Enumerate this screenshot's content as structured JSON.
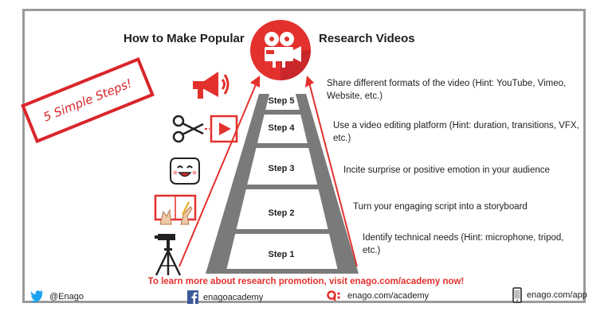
{
  "title": {
    "left": "How to Make Popular",
    "right": "Research Videos"
  },
  "stamp": "5 Simple Steps!",
  "steps": [
    {
      "label": "Step 5",
      "text": "Share different formats of the video (Hint: YouTube, Vimeo, Website, etc.)",
      "icon": "megaphone-icon"
    },
    {
      "label": "Step 4",
      "text": "Use a video editing platform (Hint: duration, transitions, VFX, etc.)",
      "icon": "scissors-film-icon"
    },
    {
      "label": "Step 3",
      "text": "Incite surprise or  positive emotion in your audience",
      "icon": "smiley-face-icon"
    },
    {
      "label": "Step 2",
      "text": "Turn your engaging script into a storyboard",
      "icon": "storyboard-icon"
    },
    {
      "label": "Step 1",
      "text": "Identify technical needs (Hint: microphone, tripod, etc.)",
      "icon": "tripod-camera-icon"
    }
  ],
  "cta": "To learn more about research promotion, visit enago.com/academy now!",
  "footer": {
    "twitter": "@Enago",
    "facebook": "enagoacademy",
    "web": "enago.com/academy",
    "app": "enago.com/app"
  },
  "colors": {
    "accent": "#e3312d",
    "ladder": "#7a7a7a",
    "frame": "#9a9a9a",
    "twitter": "#1da1f2",
    "facebook": "#3b5998"
  }
}
